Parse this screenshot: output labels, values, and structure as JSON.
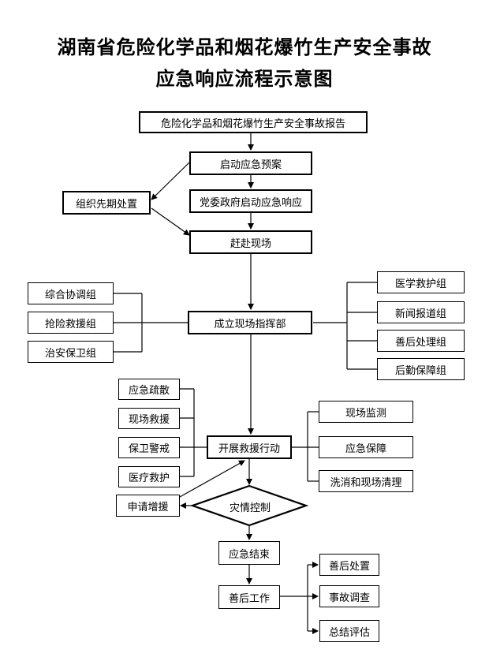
{
  "title": {
    "line1": "湖南省危险化学品和烟花爆竹生产安全事故",
    "line2": "应急响应流程示意图"
  },
  "nodes": {
    "report": "危险化学品和烟花爆竹生产安全事故报告",
    "start_plan": "启动应急预案",
    "party_gov": "党委政府启动应急响应",
    "first_aid": "组织先期处置",
    "rush": "赶赴现场",
    "command": "成立现场指挥部",
    "left_groups": [
      "综合协调组",
      "抢险救援组",
      "治安保卫组"
    ],
    "right_groups": [
      "医学救护组",
      "新闻报道组",
      "善后处理组",
      "后勤保障组"
    ],
    "rescue_action": "开展救援行动",
    "rescue_left": [
      "应急疏散",
      "现场救援",
      "保卫警戒",
      "医疗救护"
    ],
    "rescue_right": [
      "现场监测",
      "应急保障",
      "洗消和现场清理"
    ],
    "disaster_control": "灾情控制",
    "request_reinforce": "申请增援",
    "end": "应急结束",
    "aftermath": "善后工作",
    "aftermath_right": [
      "善后处置",
      "事故调查",
      "总结评估"
    ]
  }
}
